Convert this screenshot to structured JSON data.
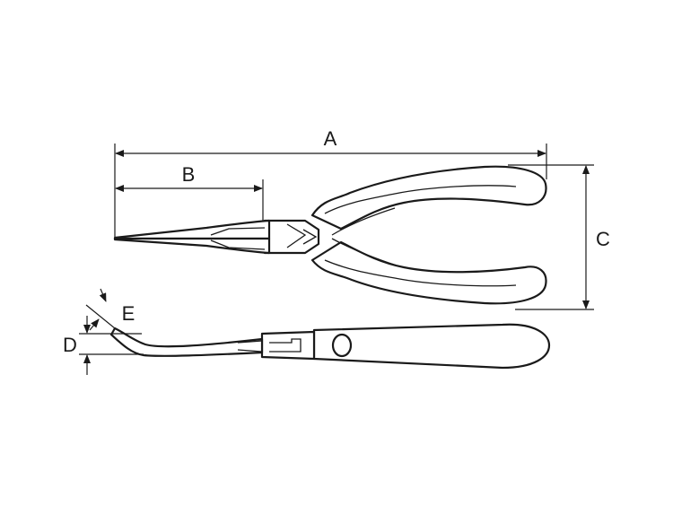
{
  "colors": {
    "line": "#1a1a1a",
    "background": "#ffffff"
  },
  "dimensions": {
    "a": "A",
    "b": "B",
    "c": "C",
    "d": "D",
    "e": "E"
  }
}
